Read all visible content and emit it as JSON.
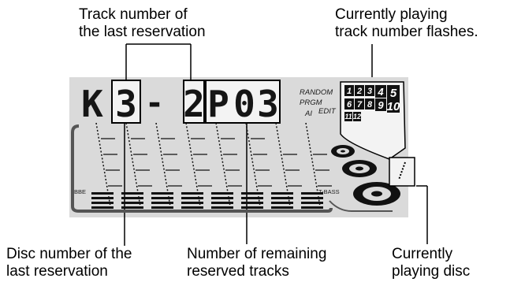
{
  "callouts": {
    "last_track": "Track number of\nthe last reservation",
    "flashing": "Currently playing\ntrack number flashes.",
    "last_disc": "Disc number of the\nlast reservation",
    "remaining": "Number of remaining\nreserved tracks",
    "playing_disc": "Currently\nplaying disc"
  },
  "display": {
    "chars": [
      "K",
      "3",
      "-",
      "2",
      "P",
      "0",
      "3"
    ],
    "mode_indicators": [
      "RANDOM",
      "PRGM",
      "AI",
      "EDIT"
    ],
    "track_numbers": [
      "1",
      "2",
      "3",
      "4",
      "5",
      "6",
      "7",
      "8",
      "9",
      "10",
      "11",
      "12"
    ],
    "left_label": "BBE",
    "right_label": "T-BASS"
  },
  "colors": {
    "lcd_background": "#dadada",
    "segment": "#151515",
    "outline": "#000000"
  }
}
